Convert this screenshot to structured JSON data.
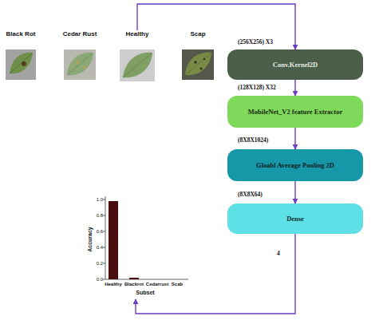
{
  "diagram": {
    "nodes": [
      {
        "text": [
          "Black Rot"
        ]
      },
      {
        "text": [
          "Cedar Rust"
        ]
      },
      {
        "text": [
          "Healthy"
        ]
      },
      {
        "text": [
          "Scap"
        ]
      },
      {
        "text": [
          "Conv.Kernel2D"
        ]
      },
      {
        "text": [
          "MobileNet_V2 feature Extractor"
        ]
      },
      {
        "text": [
          "Gloabl Average Pooling 2D"
        ]
      },
      {
        "text": [
          "Dense"
        ]
      },
      {
        "text": [
          "Accuracy",
          "1.0",
          "0.8",
          "0.6",
          "0.4",
          "0.2",
          "0.0",
          "Healthy",
          "Blackrot",
          "Cedarrust",
          "Scab",
          "Subset"
        ]
      }
    ],
    "edges": [
      {
        "from": 2,
        "to": 4,
        "arrow": "to"
      },
      {
        "from": 4,
        "to": 5,
        "arrow": "to"
      },
      {
        "from": 5,
        "to": 6,
        "arrow": "to"
      },
      {
        "from": 6,
        "to": 7,
        "arrow": "to"
      },
      {
        "from": 7,
        "to": 8,
        "arrow": "to"
      }
    ],
    "labels": [
      "(256X256) X3",
      "(128X128) X32",
      "(8X8X1024)",
      "(8X8X64)",
      "4"
    ]
  }
}
